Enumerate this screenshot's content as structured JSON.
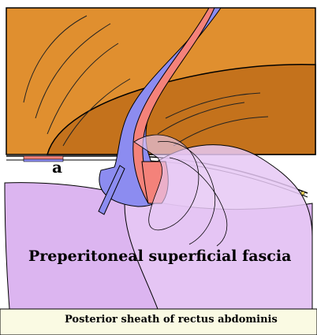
{
  "labels": {
    "panel_letter": "a",
    "preperitoneal_fascia": "Preperitoneal superficial fascia",
    "posterior_sheath": "Posterior sheath of rectus abdominis"
  },
  "colors": {
    "muscle_light": "#e08f2f",
    "muscle_dark": "#c4721c",
    "fascia": "#dcb5f0",
    "fascia_overlay": "#e6c8f5",
    "sheath": "#fafae3",
    "artery": "#f4827a",
    "vein": "#8c8cf0",
    "outline": "#000000"
  }
}
